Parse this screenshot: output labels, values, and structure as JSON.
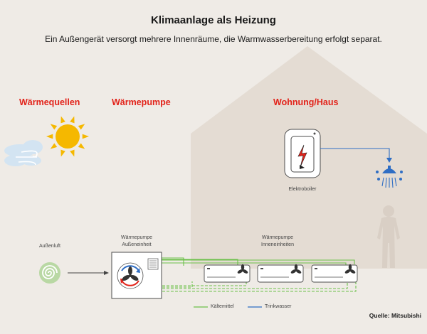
{
  "header": {
    "title": "Klimaanlage als Heizung",
    "subtitle": "Ein Außengerät versorgt mehrere Innenräume, die Warmwasserbereitung erfolgt separat."
  },
  "sections": {
    "sources": "Wärmequellen",
    "heatpump": "Wärmepumpe",
    "home": "Wohnung/Haus"
  },
  "labels": {
    "outside_air": "Außenluft",
    "outdoor_unit_line1": "Wärmepumpe",
    "outdoor_unit_line2": "Außeneinheit",
    "indoor_units_line1": "Wärmepumpe",
    "indoor_units_line2": "Inneneinheiten",
    "boiler": "Elektroboiler"
  },
  "legend": {
    "refrigerant": "Kältemittel",
    "drinking_water": "Trinkwasser"
  },
  "source": "Quelle: Mitsubishi",
  "colors": {
    "background": "#efebe6",
    "house": "#e4dcd3",
    "accent_red": "#e2231a",
    "sun": "#f5b800",
    "refrigerant": "#6cc04a",
    "water": "#2f6ec4",
    "wind": "#d3e4f2",
    "swirl": "#b9d8a4",
    "person": "#d9cfc5"
  }
}
